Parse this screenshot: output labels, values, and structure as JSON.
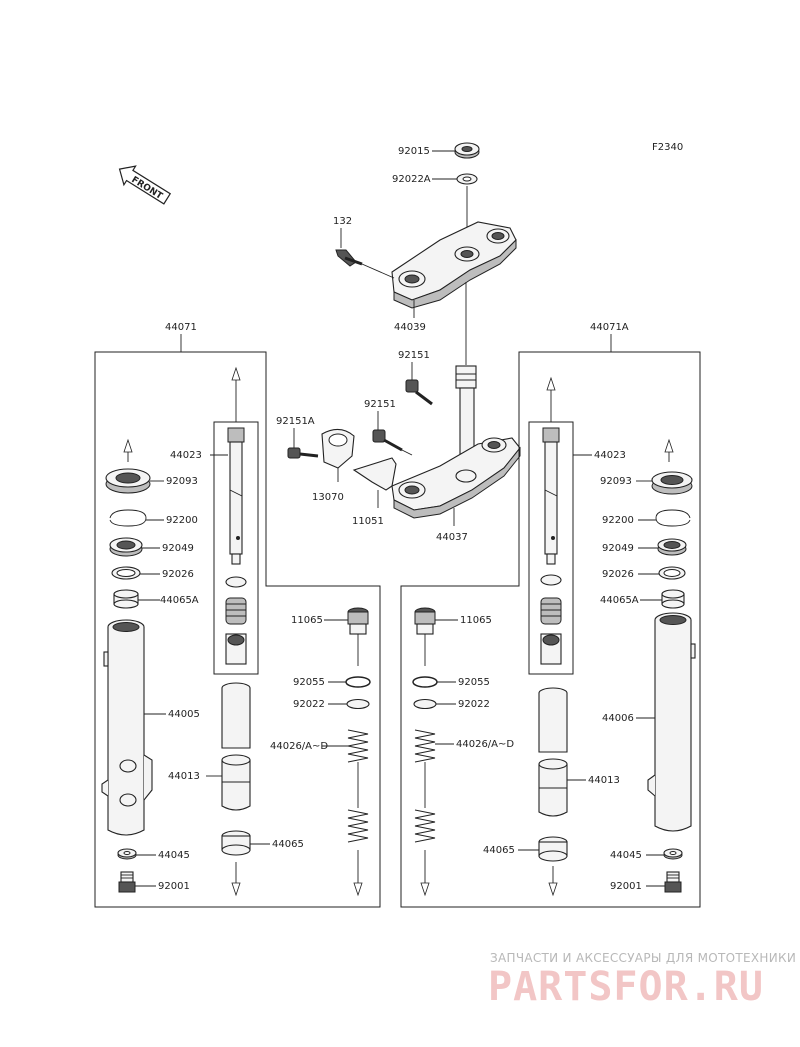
{
  "diagram_code": "F2340",
  "front_label": "FRONT",
  "watermark": {
    "tagline": "ЗАПЧАСТИ И АКСЕССУАРЫ ДЛЯ МОТОТЕХНИКИ",
    "logo": "PARTSFOR.RU"
  },
  "labels": {
    "p92015": "92015",
    "p92022A": "92022A",
    "p132": "132",
    "p44039": "44039",
    "p92151_top": "92151",
    "p92151_mid": "92151",
    "p92151A": "92151A",
    "p13070": "13070",
    "p11051": "11051",
    "p44037": "44037",
    "p44071": "44071",
    "p44071A": "44071A",
    "l44023": "44023",
    "l92093": "92093",
    "l92200": "92200",
    "l92049": "92049",
    "l92026": "92026",
    "l44065A": "44065A",
    "l44005": "44005",
    "l44013": "44013",
    "l44045": "44045",
    "l92001": "92001",
    "l44065": "44065",
    "l11065": "11065",
    "l92055": "92055",
    "l92022": "92022",
    "l44026": "44026/A~D",
    "r44023": "44023",
    "r92093": "92093",
    "r92200": "92200",
    "r92049": "92049",
    "r92026": "92026",
    "r44065A": "44065A",
    "r44006": "44006",
    "r44013": "44013",
    "r44045": "44045",
    "r92001": "92001",
    "r44065": "44065",
    "r11065": "11065",
    "r92055": "92055",
    "r92022": "92022",
    "r44026": "44026/A~D"
  }
}
